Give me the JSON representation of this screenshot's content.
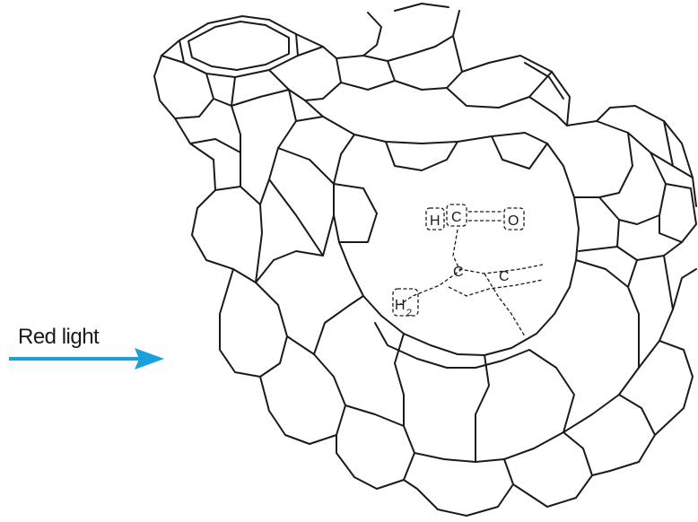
{
  "caption": "Red light",
  "arrow_color": "#1aa0dc",
  "line_color": "#1a1a1a",
  "molecule_labels": {
    "h_top": "H",
    "c_top": "C",
    "o_top": "O",
    "h_left": "H",
    "h_left_sub": "2",
    "c_mid": "C",
    "c_mid2": "C"
  }
}
